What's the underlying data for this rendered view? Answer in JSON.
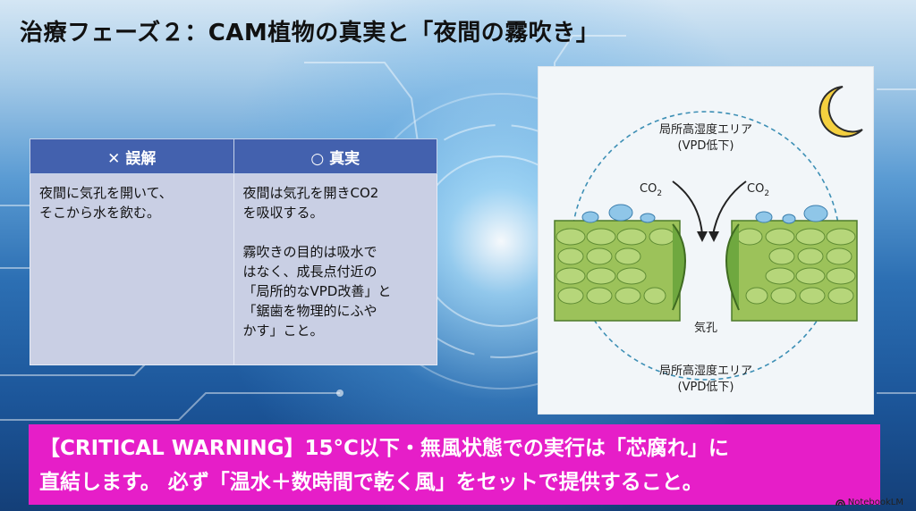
{
  "slide": {
    "title": "治療フェーズ２：CAM植物の真実と「夜間の霧吹き」"
  },
  "table": {
    "headers": [
      "✕ 誤解",
      "○ 真実"
    ],
    "myth": "夜間に気孔を開いて、\nそこから水を飲む。",
    "truth_1": "夜間は気孔を開きCO2\nを吸収する。",
    "truth_2": "霧吹きの目的は吸水で\nはなく、成長点付近の\n「局所的なVPD改善」と\n「鋸歯を物理的にふや\nかす」こと。"
  },
  "diagram": {
    "top_label_1": "局所高湿度エリア",
    "top_label_2": "(VPD低下)",
    "co2_left": "CO",
    "co2_right": "CO",
    "co2_sub": "2",
    "stoma_label": "気孔",
    "bottom_label_1": "局所高湿度エリア",
    "bottom_label_2": "(VPD低下)"
  },
  "warning": {
    "line1": "【CRITICAL WARNING】15°C以下・無風状態での実行は「芯腐れ」に",
    "line2": "直結します。 必ず「温水＋数時間で乾く風」をセットで提供すること。"
  },
  "footer": {
    "brand": "NotebookLM"
  },
  "colors": {
    "header_bg": "#4361ae",
    "cell_bg": "#c9cfe4",
    "warning_bg": "#e61ec8",
    "leaf_green": "#9cc25a",
    "moon_yellow": "#f4d03f"
  }
}
